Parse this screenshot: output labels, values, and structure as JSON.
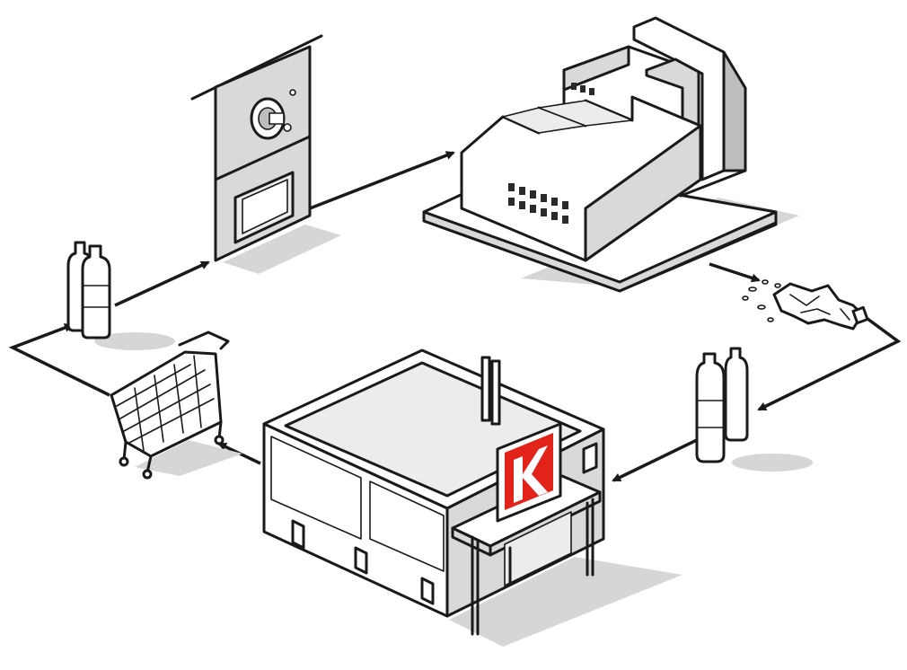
{
  "diagram": {
    "type": "recycling-cycle",
    "stages": [
      {
        "id": "bottle-return-machine",
        "icon": "reverse-vending-machine-icon"
      },
      {
        "id": "recycling-factory",
        "icon": "factory-icon"
      },
      {
        "id": "shredded-plastic",
        "icon": "crushed-bottle-icon"
      },
      {
        "id": "new-bottles",
        "icon": "bottles-icon"
      },
      {
        "id": "supermarket",
        "icon": "store-icon"
      },
      {
        "id": "shopping-cart",
        "icon": "shopping-cart-icon"
      },
      {
        "id": "customer-bottles",
        "icon": "bottles-icon"
      }
    ],
    "colors": {
      "line": "#1a1a1a",
      "shadow": "#d6d6d6",
      "brand_red": "#e2231a",
      "background": "#ffffff"
    }
  }
}
